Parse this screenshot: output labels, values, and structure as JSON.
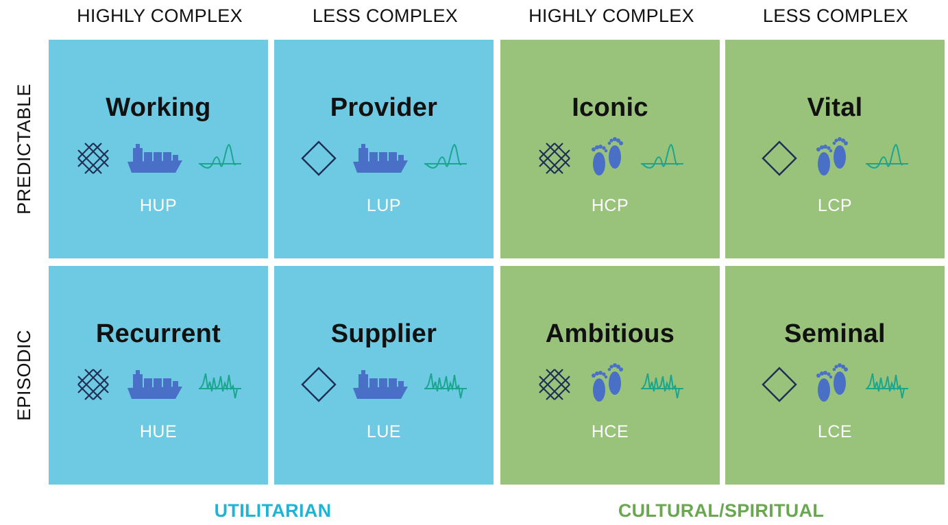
{
  "column_headers": [
    "HIGHLY COMPLEX",
    "LESS COMPLEX",
    "HIGHLY COMPLEX",
    "LESS COMPLEX"
  ],
  "row_labels": [
    "PREDICTABLE",
    "EPISODIC"
  ],
  "groups": {
    "utilitarian": {
      "label": "UTILITARIAN",
      "color": "#1fb3d6"
    },
    "cultural": {
      "label": "CULTURAL/SPIRITUAL",
      "color": "#6aa84f"
    }
  },
  "colors": {
    "utilitarian_fill": "#6ecae2",
    "cultural_fill": "#99c27b",
    "icon_dark": "#1f2f55",
    "icon_blue": "#4a6fc7",
    "icon_teal": "#1aa58f"
  },
  "cells": [
    {
      "title": "Working",
      "code": "HUP",
      "icons": [
        "lattice-icon",
        "ship-icon",
        "smooth-wave-icon"
      ]
    },
    {
      "title": "Provider",
      "code": "LUP",
      "icons": [
        "diamond-cycle-icon",
        "ship-icon",
        "smooth-wave-icon"
      ]
    },
    {
      "title": "Iconic",
      "code": "HCP",
      "icons": [
        "lattice-icon",
        "footprints-icon",
        "smooth-wave-icon"
      ]
    },
    {
      "title": "Vital",
      "code": "LCP",
      "icons": [
        "diamond-cycle-icon",
        "footprints-icon",
        "smooth-wave-icon"
      ]
    },
    {
      "title": "Recurrent",
      "code": "HUE",
      "icons": [
        "lattice-icon",
        "ship-icon",
        "jagged-wave-icon"
      ]
    },
    {
      "title": "Supplier",
      "code": "LUE",
      "icons": [
        "diamond-cycle-icon",
        "ship-icon",
        "jagged-wave-icon"
      ]
    },
    {
      "title": "Ambitious",
      "code": "HCE",
      "icons": [
        "lattice-icon",
        "footprints-icon",
        "jagged-wave-icon"
      ]
    },
    {
      "title": "Seminal",
      "code": "LCE",
      "icons": [
        "diamond-cycle-icon",
        "footprints-icon",
        "jagged-wave-icon"
      ]
    }
  ]
}
